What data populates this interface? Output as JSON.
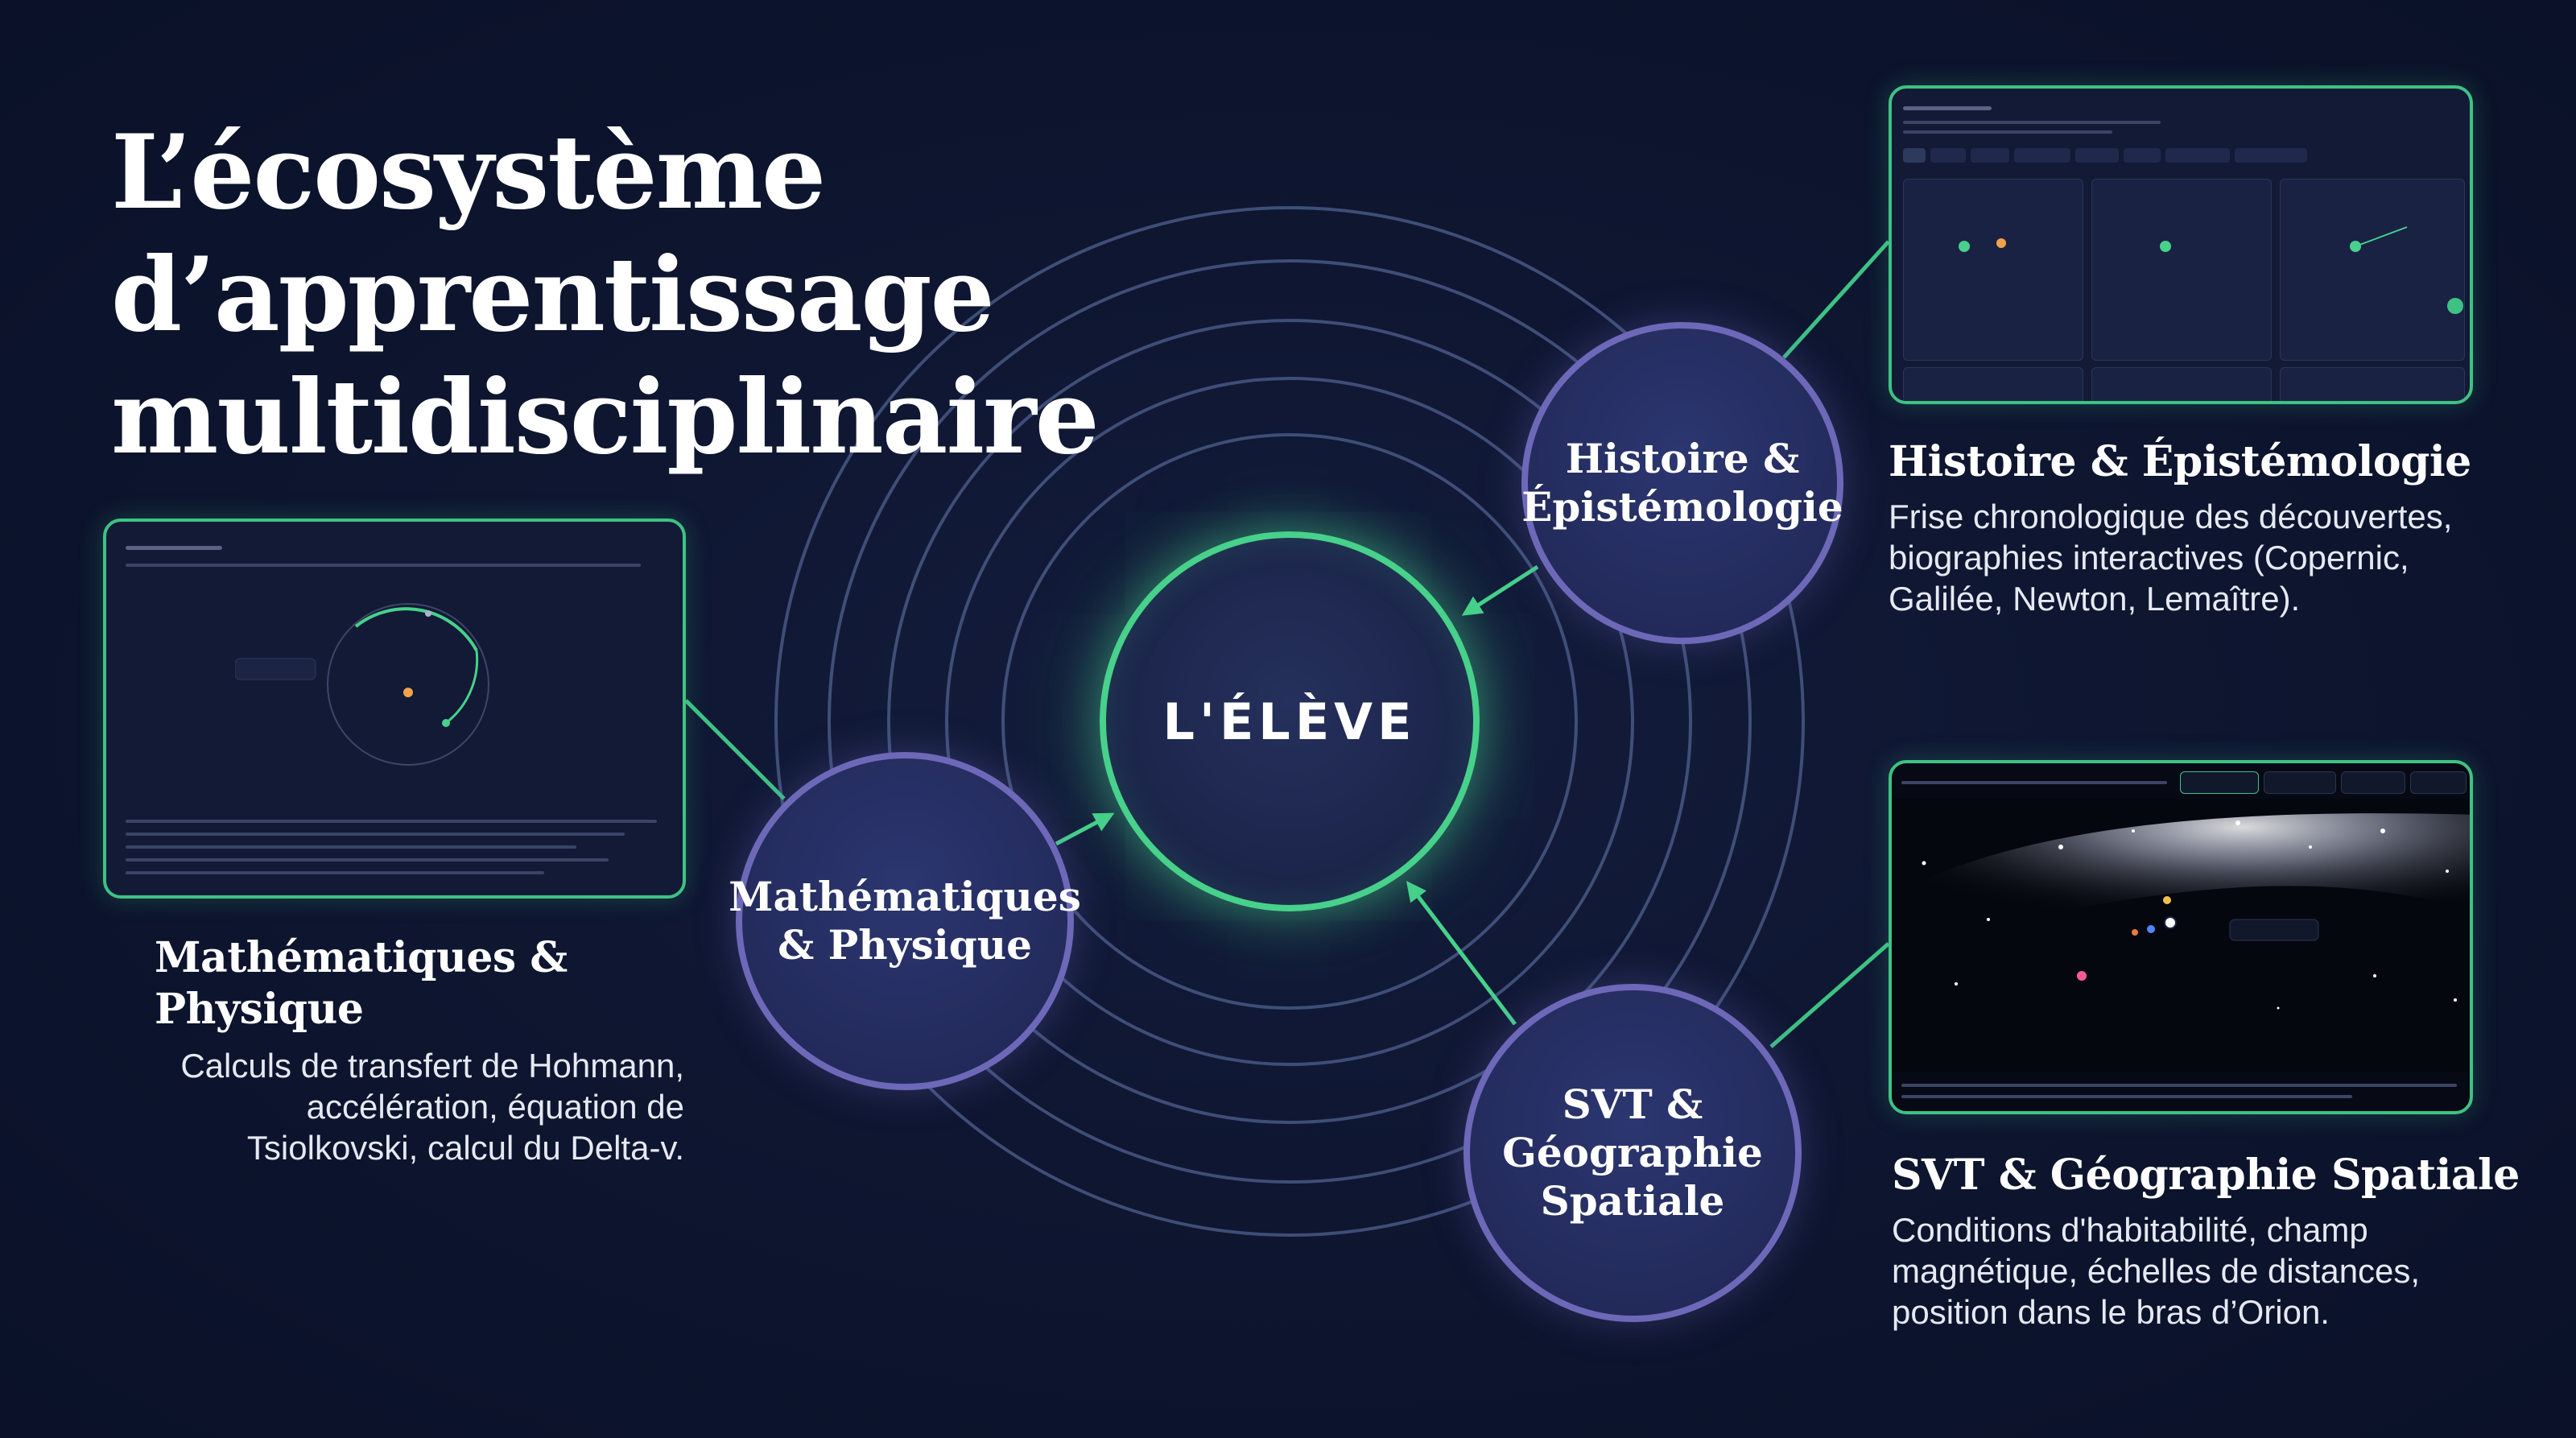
{
  "title": {
    "line1": "L’écosystème d’apprentissage",
    "line2": "multidisciplinaire"
  },
  "center_node": {
    "label": "L'ÉLÈVE"
  },
  "nodes": {
    "histoire": {
      "line1": "Histoire &",
      "line2": "Épistémologie"
    },
    "maths": {
      "line1": "Mathématiques",
      "line2": "& Physique"
    },
    "svt": {
      "line1": "SVT &",
      "line2": "Géographie",
      "line3": "Spatiale"
    }
  },
  "captions": {
    "maths": {
      "heading": "Mathématiques & Physique",
      "line1": "Calculs de transfert de Hohmann,",
      "line2": "accélération, équation de",
      "line3": "Tsiolkovski, calcul du Delta-v."
    },
    "histoire": {
      "heading": "Histoire & Épistémologie",
      "line1": "Frise chronologique des découvertes,",
      "line2": "biographies interactives (Copernic,",
      "line3": "Galilée, Newton, Lemaître)."
    },
    "svt": {
      "heading": "SVT & Géographie Spatiale",
      "line1": "Conditions d'habitabilité, champ",
      "line2": "magnétique, échelles de distances,",
      "line3": "position dans le bras d’Orion."
    }
  },
  "colors": {
    "background": "#0e1631",
    "accent_green": "#47d18b",
    "node_border": "#6d68b8",
    "orbit": "#4b5c8a"
  },
  "icons": {
    "arrows": "arrow-icon"
  }
}
